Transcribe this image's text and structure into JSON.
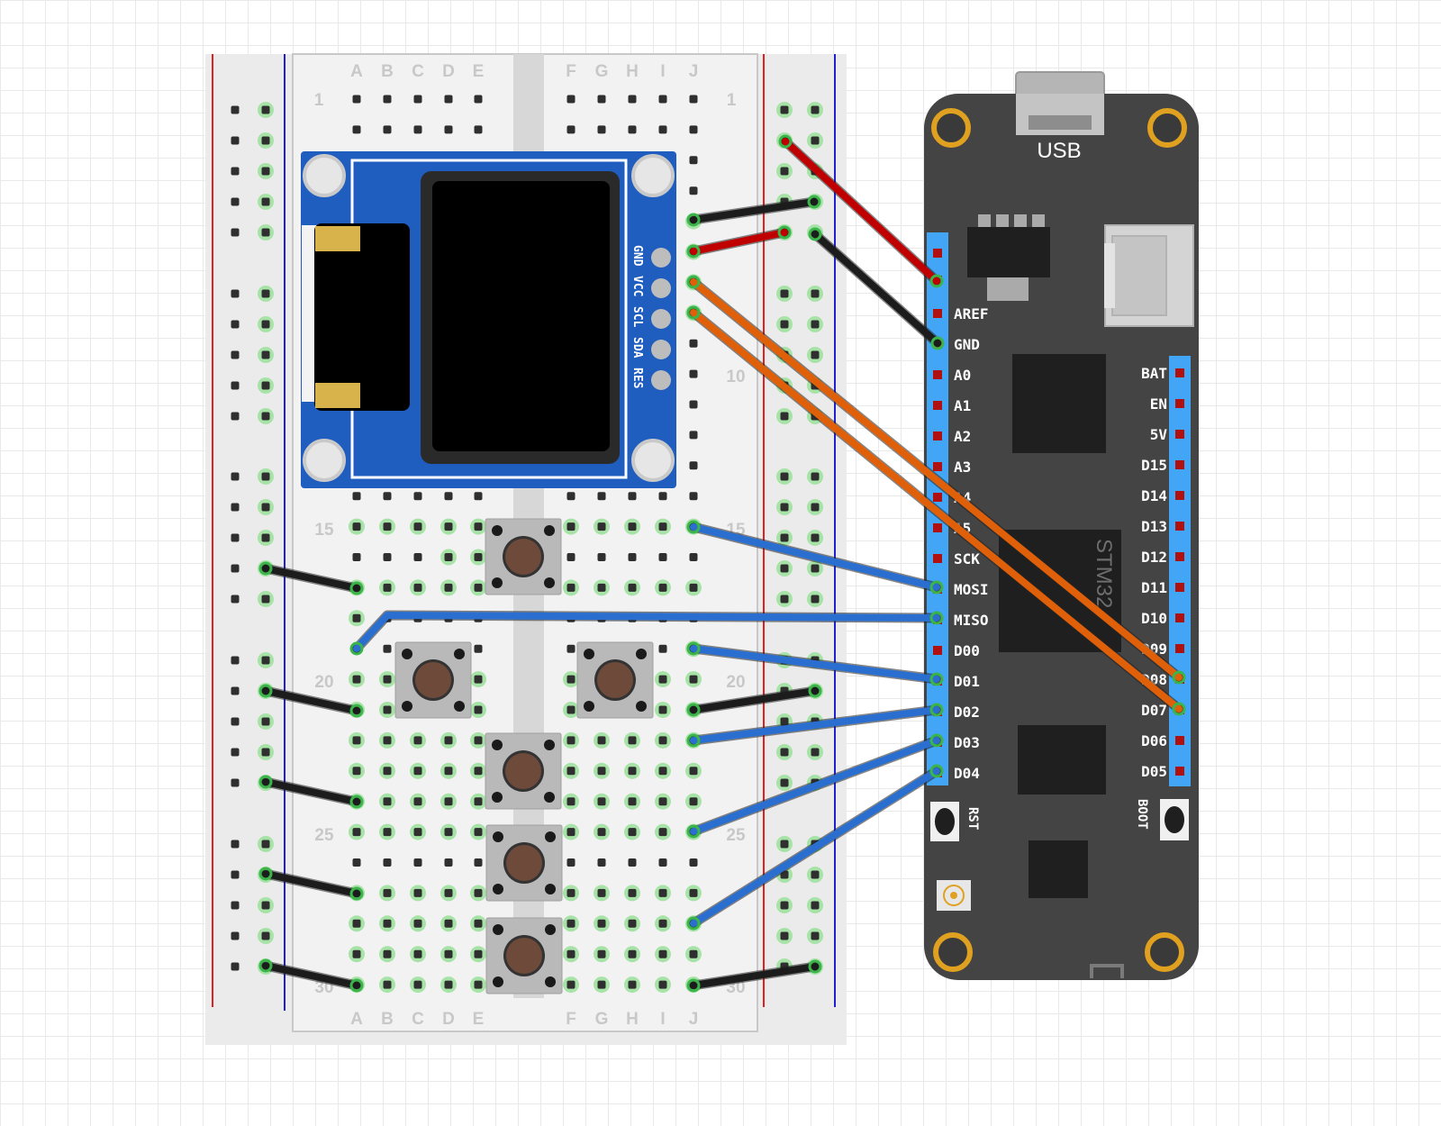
{
  "breadboard": {
    "columns_left": [
      "A",
      "B",
      "C",
      "D",
      "E"
    ],
    "columns_right": [
      "F",
      "G",
      "H",
      "I",
      "J"
    ],
    "row_labels": [
      "1",
      "10",
      "15",
      "20",
      "25",
      "30"
    ]
  },
  "oled": {
    "pins": [
      "GND",
      "VCC",
      "SCL",
      "SDA",
      "RES"
    ]
  },
  "mcu": {
    "usb_label": "USB",
    "chip_label": "STM32",
    "left_pins": [
      "AREF",
      "GND",
      "A0",
      "A1",
      "A2",
      "A3",
      "A4",
      "A5",
      "SCK",
      "MOSI",
      "MISO",
      "D00",
      "D01",
      "D02",
      "D03",
      "D04"
    ],
    "right_pins": [
      "BAT",
      "EN",
      "5V",
      "D15",
      "D14",
      "D13",
      "D12",
      "D11",
      "D10",
      "D09",
      "D08",
      "D07",
      "D06",
      "D05"
    ],
    "rst_label": "RST",
    "boot_label": "BOOT"
  },
  "colors": {
    "wire_red": "#c00000",
    "wire_black": "#1c1c1c",
    "wire_orange": "#e0600a",
    "wire_blue": "#2a6fcf",
    "oled_board": "#1f5dbe",
    "mcu_board": "#444444",
    "pin_header": "#42a5f5"
  }
}
